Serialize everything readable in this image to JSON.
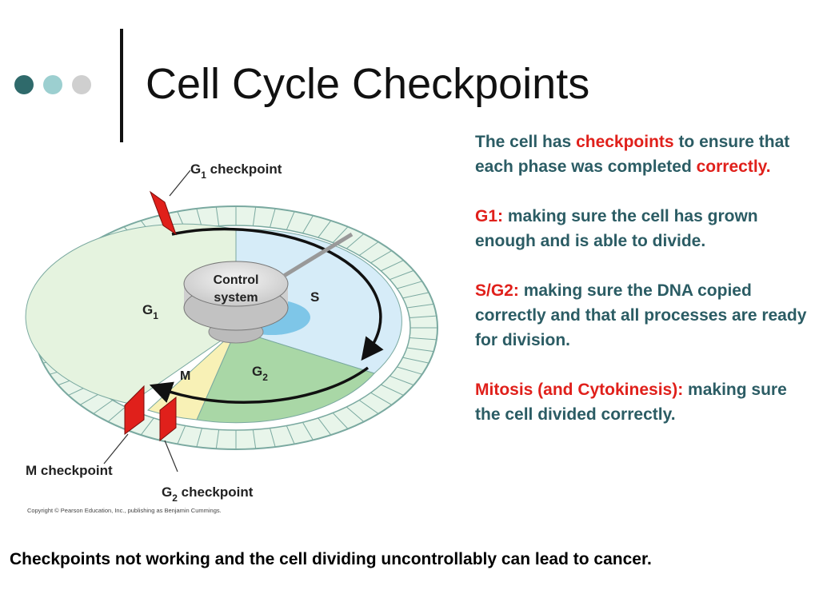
{
  "slide": {
    "title": "Cell Cycle Checkpoints",
    "bullet_dot_colors": [
      "#2f6a6b",
      "#9ccfd0",
      "#cfcfcf"
    ]
  },
  "diagram": {
    "labels": {
      "g1_checkpoint_prefix": "G",
      "g1_checkpoint_sub": "1",
      "g1_checkpoint_suffix": " checkpoint",
      "control_line1": "Control",
      "control_line2": "system",
      "phase_s": "S",
      "phase_g1_main": "G",
      "phase_g1_sub": "1",
      "phase_g2_main": "G",
      "phase_g2_sub": "2",
      "phase_m": "M",
      "m_checkpoint": "M checkpoint",
      "g2_checkpoint_prefix": "G",
      "g2_checkpoint_sub": "2",
      "g2_checkpoint_suffix": " checkpoint",
      "copyright": "Copyright © Pearson Education, Inc., publishing as Benjamin Cummings."
    },
    "colors": {
      "g1": "#e5f3df",
      "s": "#d6ecf8",
      "g2": "#a9d7a6",
      "m": "#f8f1b6",
      "ring": "#e8f5ea",
      "checkpoint": "#e0201b"
    }
  },
  "text": {
    "intro_1": "The cell has ",
    "intro_2": "checkpoints",
    "intro_3": " to ensure that each phase was completed ",
    "intro_4": "correctly.",
    "g1_head": "G1:",
    "g1_body": " making sure the cell has grown enough and is able to divide.",
    "sg2_head": "S/G2:",
    "sg2_body": " making sure the DNA copied correctly and that all processes are ready for division.",
    "mit_head": "Mitosis (and Cytokinesis):",
    "mit_body": " making sure the cell divided correctly."
  },
  "footer": {
    "note": "Checkpoints not working and the cell dividing uncontrollably can lead to cancer."
  }
}
